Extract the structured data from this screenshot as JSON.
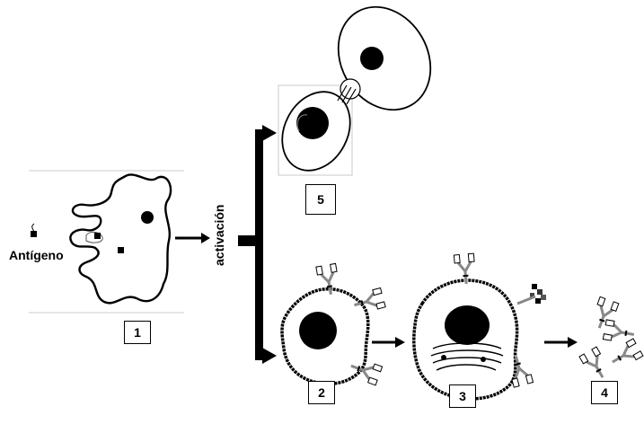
{
  "diagram": {
    "antigen_label": "Antígeno",
    "activation_label": "activación",
    "labels": {
      "macrophage": "1",
      "plasma_cell": "2",
      "plasma_cell_er": "3",
      "antibodies": "4",
      "memory_cell": "5"
    }
  }
}
